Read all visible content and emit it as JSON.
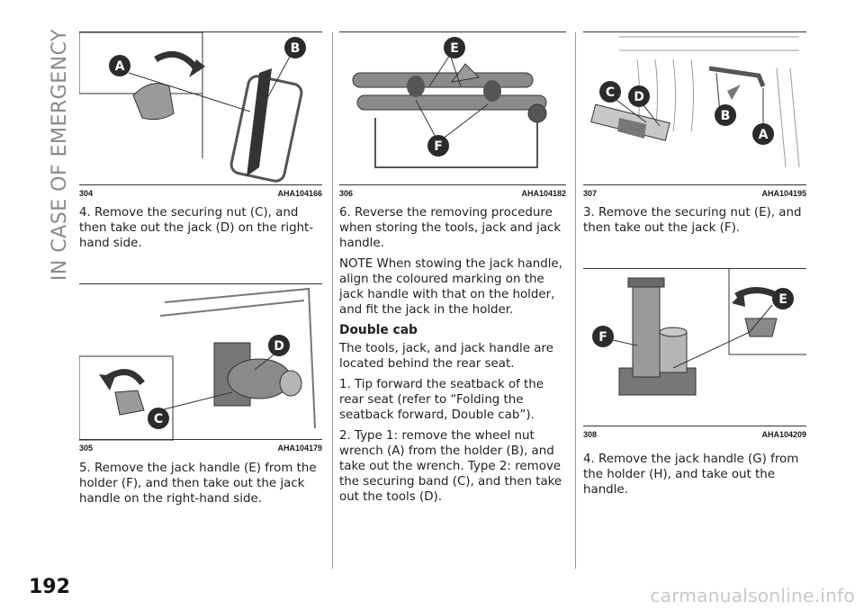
{
  "sidebar_title": "IN CASE OF EMERGENCY",
  "page_number": "192",
  "watermark": "carmanualsonline.info",
  "figures": {
    "f304": {
      "number": "304",
      "code": "AHA104166",
      "labels": {
        "a": "A",
        "b": "B"
      }
    },
    "f305": {
      "number": "305",
      "code": "AHA104179",
      "labels": {
        "c": "C",
        "d": "D"
      }
    },
    "f306": {
      "number": "306",
      "code": "AHA104182",
      "labels": {
        "e": "E",
        "f": "F"
      }
    },
    "f307": {
      "number": "307",
      "code": "AHA104195",
      "labels": {
        "a": "A",
        "b": "B",
        "c": "C",
        "d": "D"
      }
    },
    "f308": {
      "number": "308",
      "code": "AHA104209",
      "labels": {
        "e": "E",
        "f": "F"
      }
    }
  },
  "col1": {
    "p1": "4. Remove the securing nut (C), and then take out the jack (D) on the right-hand side.",
    "p2": "5. Remove the jack handle (E) from the holder (F), and then take out the jack handle on the right-hand side."
  },
  "col2": {
    "p1": "6. Reverse the removing procedure when storing the tools, jack and jack handle.",
    "p2": "NOTE When stowing the jack handle, align the coloured marking on the jack handle with that on the holder, and fit the jack in the holder.",
    "heading": "Double cab",
    "p3": "The tools, jack, and jack handle are located behind the rear seat.",
    "p4": "1. Tip forward the seatback of the rear seat (refer to “Folding the seatback forward, Double cab”).",
    "p5": "2. Type 1: remove the wheel nut wrench (A) from the holder (B), and take out the wrench. Type 2: remove the securing band (C), and then take out the tools (D)."
  },
  "col3": {
    "p1": "3. Remove the securing nut (E), and then take out the jack (F).",
    "p2": "4. Remove the jack handle (G) from the holder (H), and take out the handle."
  },
  "colors": {
    "callout": "#2b2b2b",
    "line": "#333333",
    "shade": "#9a9a9a",
    "dark": "#555555"
  }
}
